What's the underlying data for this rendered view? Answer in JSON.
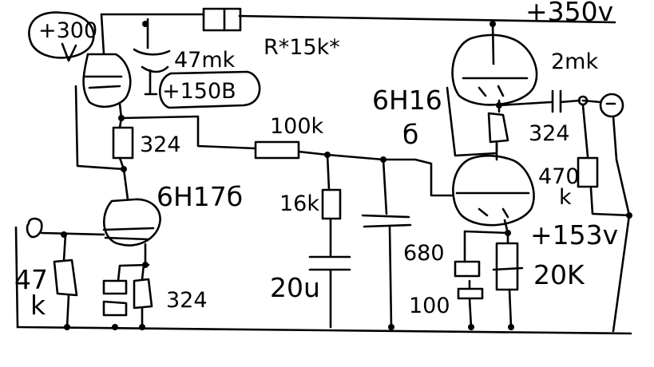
{
  "labels": {
    "supply_350": "+350v",
    "supply_300": "+300",
    "cap_47mk": "47mk",
    "r_15k": "R*15k*",
    "node_150": "+150B",
    "res_324_a": "324",
    "tube_6n17b": "6H17б",
    "cap_2mk": "2mk",
    "tube_6n16b_a": "6H16",
    "tube_6n16b_b": "б",
    "res_100k": "100k",
    "res_324_b": "324",
    "res_16k": "16k",
    "res_470k_a": "470",
    "res_470k_b": "k",
    "cap_680": "680",
    "node_153": "+153v",
    "res_20k": "20K",
    "res_47k_a": "47",
    "res_47k_b": "k",
    "cap_20u": "20u",
    "cap_100": "100",
    "res_324_c": "324"
  }
}
